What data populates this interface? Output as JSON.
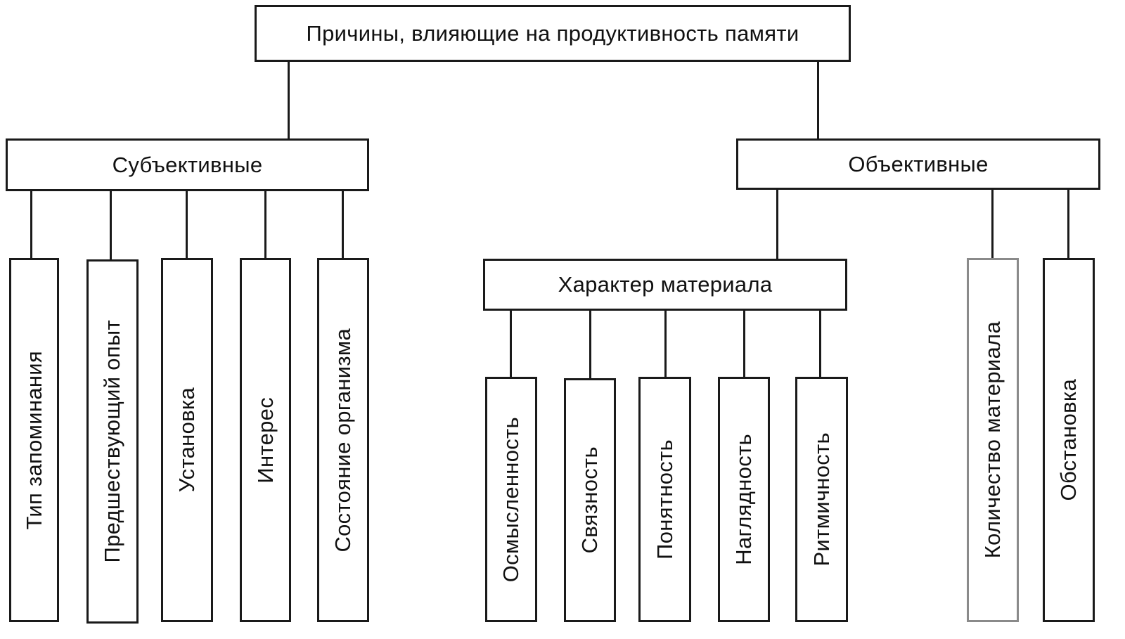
{
  "root": "Причины, влияющие на продуктивность памяти",
  "subjective": {
    "label": "Субъективные",
    "items": [
      "Тип запоминания",
      "Предшествующий опыт",
      "Установка",
      "Интерес",
      "Состояние организма"
    ]
  },
  "objective": {
    "label": "Объективные",
    "material_character": {
      "label": "Характер материала",
      "items": [
        "Осмысленность",
        "Связность",
        "Понятность",
        "Наглядность",
        "Ритмичность"
      ]
    },
    "items": [
      "Количество материала",
      "Обстановка"
    ]
  },
  "colors": {
    "line": "#1a1a1a",
    "gray_border": "#8a8a8a",
    "background": "#ffffff"
  }
}
